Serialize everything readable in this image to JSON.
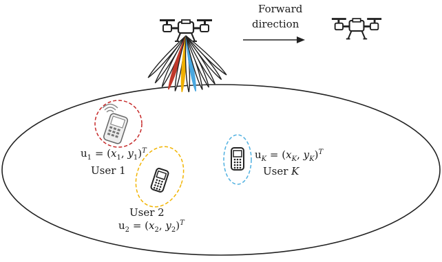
{
  "forward_direction": {
    "line1": "Forward",
    "line2": "direction"
  },
  "users": [
    {
      "label": "User 1",
      "position_symbol": "u",
      "index": "1",
      "x": "x",
      "y": "y",
      "super": "T"
    },
    {
      "label": "User 2",
      "position_symbol": "u",
      "index": "2",
      "x": "x",
      "y": "y",
      "super": "T"
    },
    {
      "label": "User ",
      "label_italic": "K",
      "position_symbol": "u",
      "index": "K",
      "x": "x",
      "y": "y",
      "super": "T"
    }
  ],
  "colors": {
    "user1_circle": "#c62828",
    "user2_circle": "#f2b400",
    "userK_circle": "#4fb0e0",
    "beam_red": "#c0392b",
    "beam_yellow": "#f0b000",
    "beam_blue": "#4aa8e0",
    "outline": "#222222"
  },
  "icons": [
    "uav-icon",
    "uav-icon-forward",
    "smartphone-icon",
    "cell-phone-icon",
    "cell-phone-icon-k",
    "arrow-icon"
  ]
}
